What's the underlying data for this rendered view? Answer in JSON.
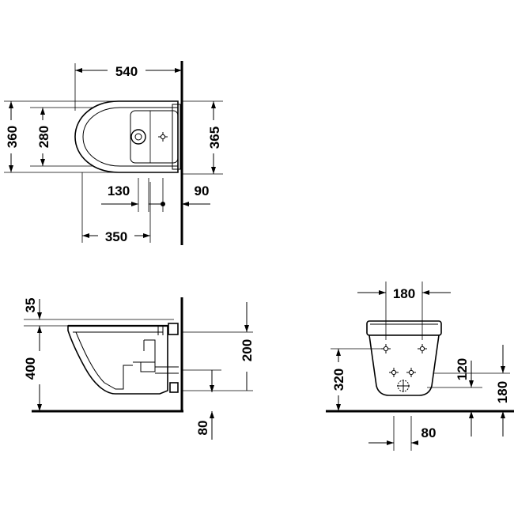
{
  "top_view": {
    "overall_length": "540",
    "overall_width": "360",
    "inner_width": "280",
    "fixing_spacing": "365",
    "tap_offset": "130",
    "wall_offset": "90",
    "fixing_depth": "350"
  },
  "side_view": {
    "rim_thickness": "35",
    "rim_height": "400",
    "fixing_height": "200",
    "waste_height": "80"
  },
  "front_view": {
    "top_width": "180",
    "rim_height": "320",
    "inlet_height": "120",
    "waste_height": "180",
    "waste_spacing": "80"
  },
  "icons": {
    "fixing_marker": "crosshair-icon",
    "tap_hole": "circle-icon"
  }
}
